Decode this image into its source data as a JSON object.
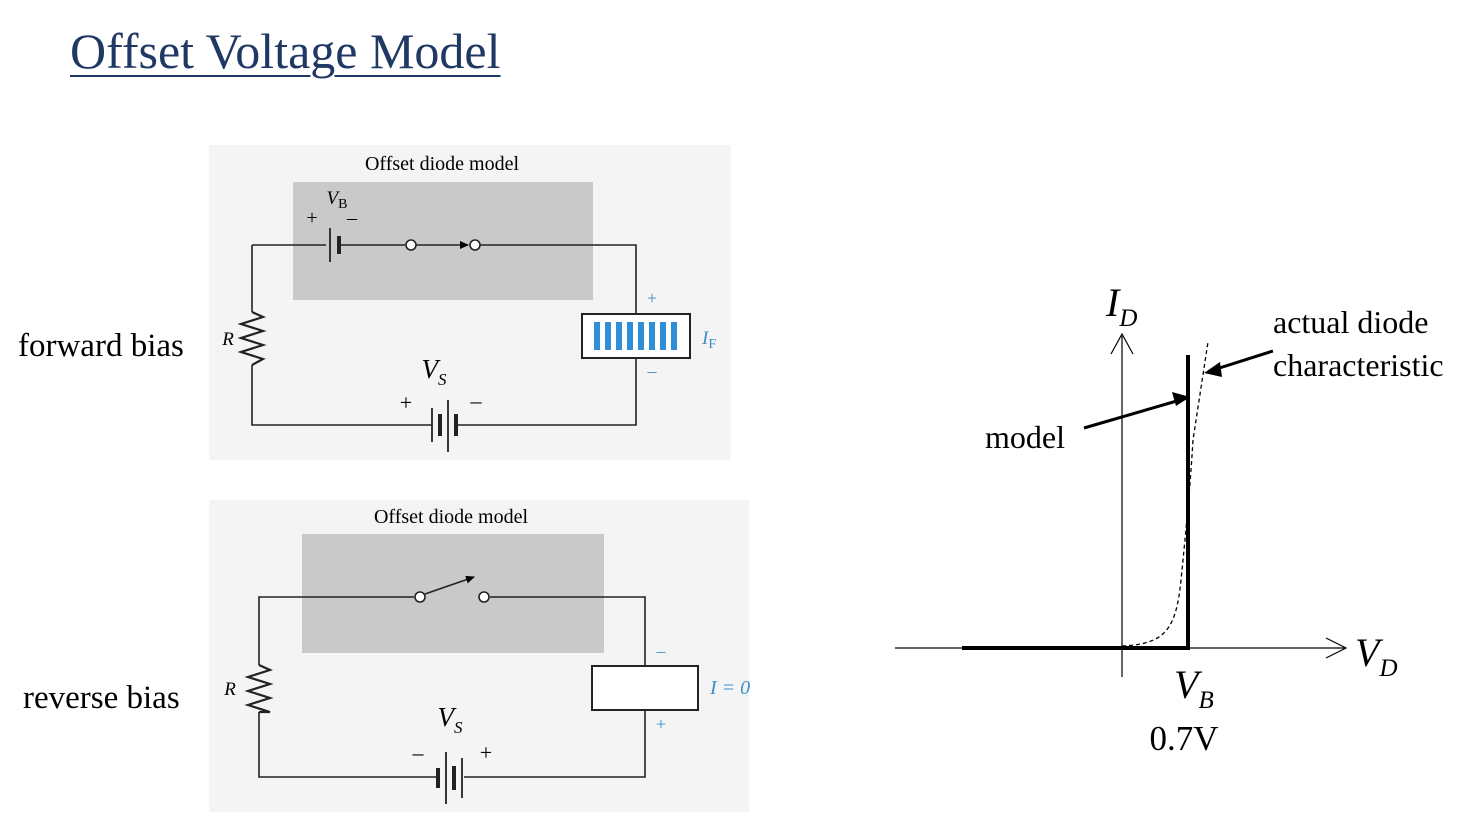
{
  "slide": {
    "title": "Offset Voltage Model"
  },
  "labels": {
    "forward_bias": "forward bias",
    "reverse_bias": "reverse bias"
  },
  "forward_circuit": {
    "box_title": "Offset diode model",
    "battery_symbol": "V",
    "battery_subscript": "B",
    "battery_plus": "+",
    "battery_minus": "–",
    "resistor": "R",
    "source_symbol": "V",
    "source_subscript": "S",
    "source_plus": "+",
    "source_minus": "–",
    "meter_plus": "+",
    "meter_minus": "–",
    "current_symbol": "I",
    "current_subscript": "F"
  },
  "reverse_circuit": {
    "box_title": "Offset diode model",
    "resistor": "R",
    "source_symbol": "V",
    "source_subscript": "S",
    "source_minus": "–",
    "source_plus": "+",
    "meter_minus": "–",
    "meter_plus": "+",
    "current_label": "I = 0"
  },
  "graph": {
    "y_axis_symbol": "I",
    "y_axis_subscript": "D",
    "x_axis_symbol": "V",
    "x_axis_subscript": "D",
    "threshold_symbol": "V",
    "threshold_subscript": "B",
    "threshold_value": "0.7V",
    "annotation_model": "model",
    "annotation_actual_line1": "actual diode",
    "annotation_actual_line2": "characteristic"
  },
  "colors": {
    "title": "#1f3864",
    "shade_box": "#c9c9c9",
    "meter_blue": "#2f8fd6",
    "label_blue": "#3a8fc9"
  }
}
